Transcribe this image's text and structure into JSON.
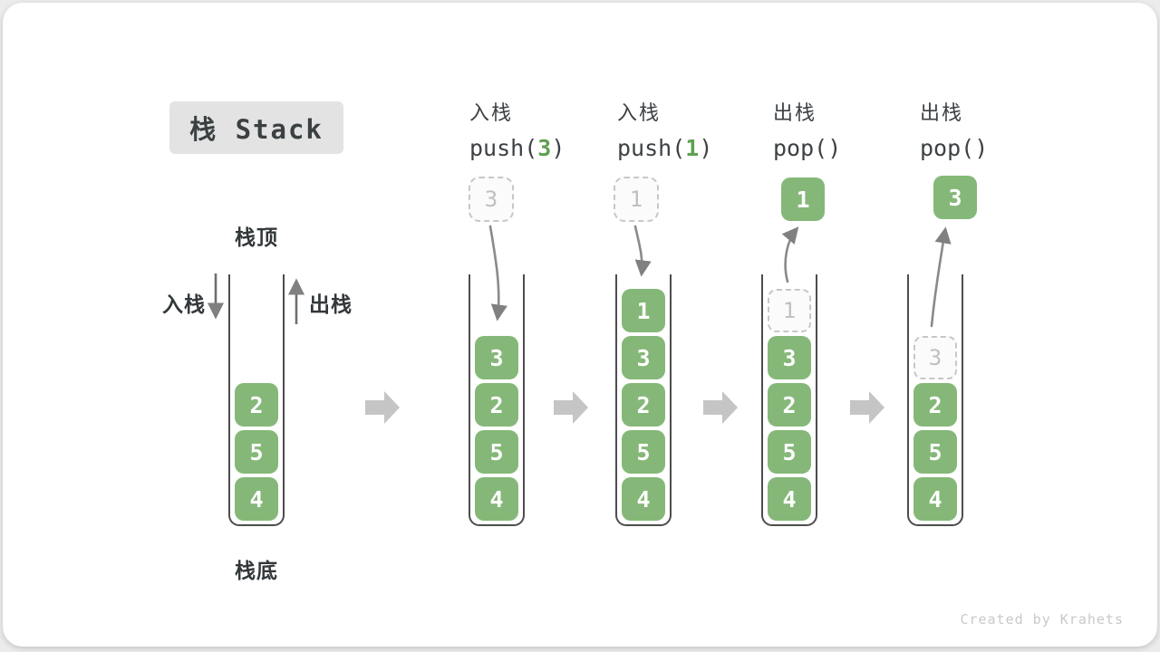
{
  "title": "栈 Stack",
  "annotations": {
    "stack_top": "栈顶",
    "stack_bottom": "栈底",
    "push_label": "入栈",
    "pop_label": "出栈"
  },
  "watermark": "Created by Krahets",
  "colors": {
    "item_green": "#85b878",
    "op_value_green": "#5fa052",
    "flow_arrow_gray": "#808080",
    "step_arrow_gray": "#c5c5c5"
  },
  "columns": [
    {
      "items": [
        "2",
        "5",
        "4"
      ]
    },
    {
      "header": "入栈",
      "op_prefix": "push(",
      "op_value": "3",
      "op_suffix": ")",
      "pending": "3",
      "items": [
        "3",
        "2",
        "5",
        "4"
      ]
    },
    {
      "header": "入栈",
      "op_prefix": "push(",
      "op_value": "1",
      "op_suffix": ")",
      "pending": "1",
      "items": [
        "1",
        "3",
        "2",
        "5",
        "4"
      ]
    },
    {
      "header": "出栈",
      "op": "pop()",
      "popped": "1",
      "ghost": "1",
      "items": [
        "3",
        "2",
        "5",
        "4"
      ]
    },
    {
      "header": "出栈",
      "op": "pop()",
      "popped": "3",
      "ghost": "3",
      "items": [
        "2",
        "5",
        "4"
      ]
    }
  ]
}
